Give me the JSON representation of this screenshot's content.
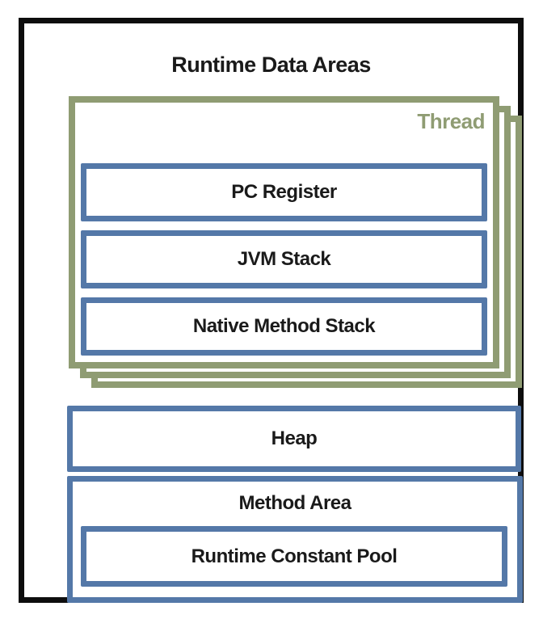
{
  "diagram": {
    "title": "Runtime Data Areas",
    "thread": {
      "label": "Thread",
      "boxes": [
        {
          "label": "PC Register"
        },
        {
          "label": "JVM Stack"
        },
        {
          "label": "Native Method Stack"
        }
      ]
    },
    "heap": {
      "label": "Heap"
    },
    "method_area": {
      "label": "Method Area",
      "children": [
        {
          "label": "Runtime Constant Pool"
        }
      ]
    },
    "colors": {
      "outer_border": "#0d0d0d",
      "thread_border": "#8f9c73",
      "inner_box_border": "#5478a8",
      "text": "#1a1a1a"
    }
  }
}
